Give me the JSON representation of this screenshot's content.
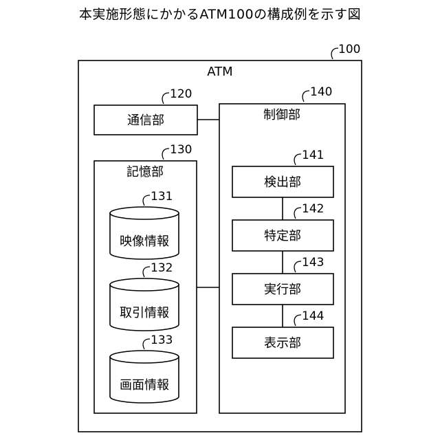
{
  "title": "本実施形態にかかるATM100の構成例を示す図",
  "atm": {
    "label": "ATM",
    "ref": "100"
  },
  "communication": {
    "label": "通信部",
    "ref": "120"
  },
  "storage": {
    "label": "記憶部",
    "ref": "130",
    "items": [
      {
        "label": "映像情報",
        "ref": "131"
      },
      {
        "label": "取引情報",
        "ref": "132"
      },
      {
        "label": "画面情報",
        "ref": "133"
      }
    ]
  },
  "control": {
    "label": "制御部",
    "ref": "140",
    "items": [
      {
        "label": "検出部",
        "ref": "141"
      },
      {
        "label": "特定部",
        "ref": "142"
      },
      {
        "label": "実行部",
        "ref": "143"
      },
      {
        "label": "表示部",
        "ref": "144"
      }
    ]
  }
}
